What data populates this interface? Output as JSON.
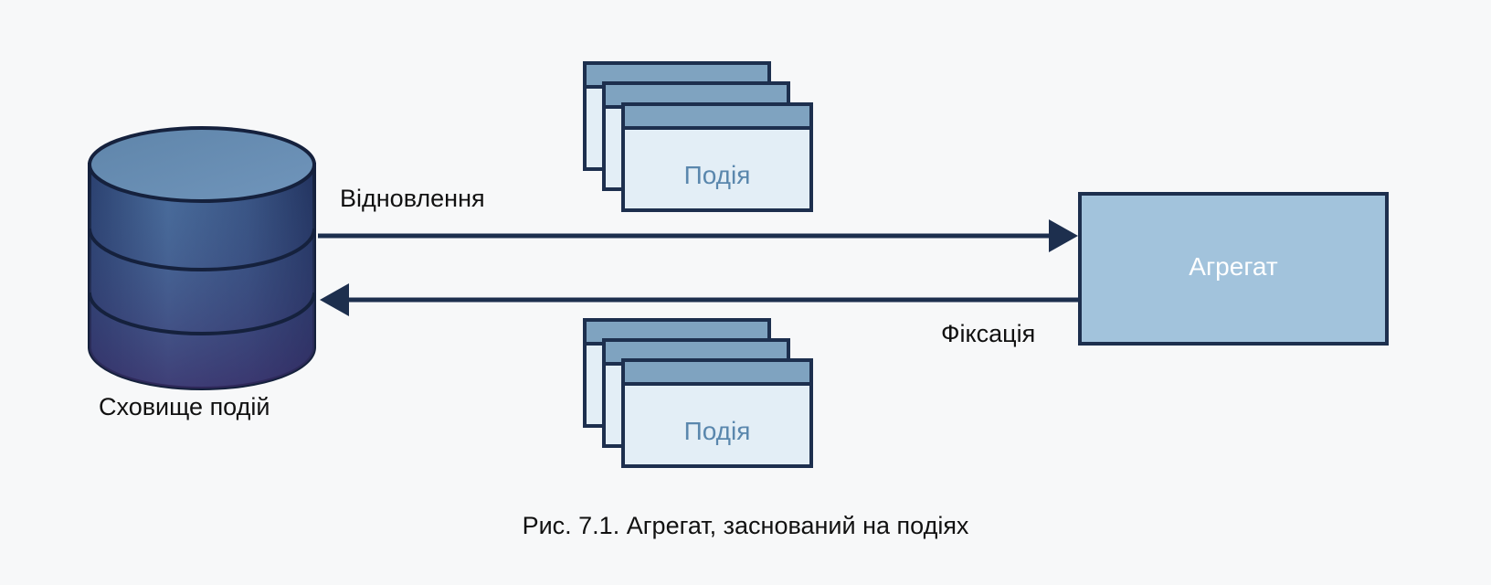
{
  "diagram": {
    "store": {
      "label": "Сховище подій",
      "icon": "database-cylinder-icon"
    },
    "aggregate": {
      "label": "Агрегат"
    },
    "arrows": [
      {
        "label": "Відновлення",
        "from": "store",
        "to": "aggregate"
      },
      {
        "label": "Фіксація",
        "from": "aggregate",
        "to": "store"
      }
    ],
    "event_stacks": [
      {
        "label": "Подія",
        "position": "top"
      },
      {
        "label": "Подія",
        "position": "bottom"
      }
    ],
    "caption": "Рис. 7.1. Агрегат, заснований на подіях"
  },
  "colors": {
    "line": "#1d2f4e",
    "aggregate_fill": "#a2c3dc",
    "card_head": "#7fa3c0",
    "card_body": "#e3eef6",
    "card_text": "#5a87ad"
  }
}
